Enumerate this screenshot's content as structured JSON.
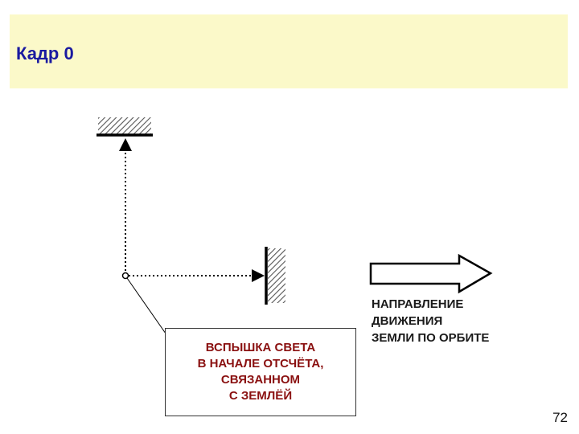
{
  "slide": {
    "title": "Кадр 0",
    "flash_label": [
      "ВСПЫШКА СВЕТА",
      "В  НАЧАЛЕ  ОТСЧЁТА,",
      "СВЯЗАННОМ",
      "С  ЗЕМЛЁЙ"
    ],
    "direction_label": [
      "НАПРАВЛЕНИЕ",
      "ДВИЖЕНИЯ",
      "ЗЕМЛИ  ПО ОРБИТЕ"
    ],
    "page_number": "72"
  },
  "colors": {
    "title_bg": "#fbf9c9",
    "title_text": "#1a1aa0",
    "callout_text": "#8a1010"
  }
}
